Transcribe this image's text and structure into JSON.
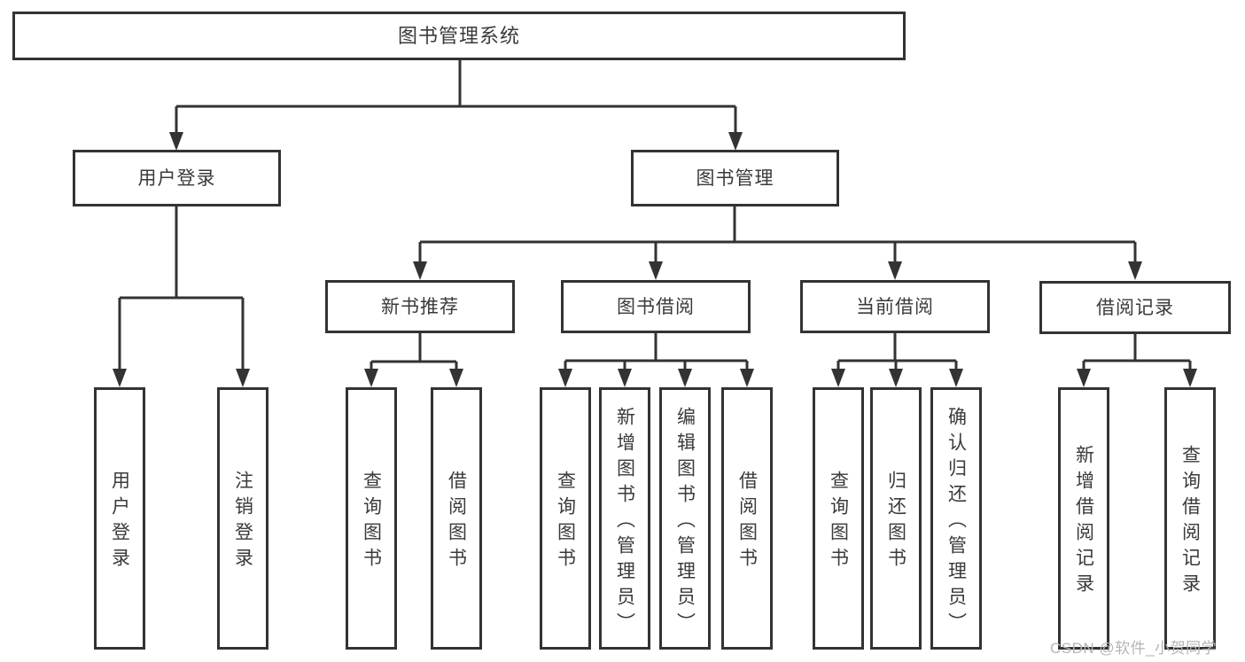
{
  "tree": {
    "label": "图书管理系统",
    "children": [
      {
        "label": "用户登录",
        "children": [
          {
            "label": "用户登录"
          },
          {
            "label": "注销登录"
          }
        ]
      },
      {
        "label": "图书管理",
        "children": [
          {
            "label": "新书推荐",
            "children": [
              {
                "label": "查询图书"
              },
              {
                "label": "借阅图书"
              }
            ]
          },
          {
            "label": "图书借阅",
            "children": [
              {
                "label": "查询图书"
              },
              {
                "label": "新增图书（管理员）"
              },
              {
                "label": "编辑图书（管理员）"
              },
              {
                "label": "借阅图书"
              }
            ]
          },
          {
            "label": "当前借阅",
            "children": [
              {
                "label": "查询图书"
              },
              {
                "label": "归还图书"
              },
              {
                "label": "确认归还（管理员）"
              }
            ]
          },
          {
            "label": "借阅记录",
            "children": [
              {
                "label": "新增借阅记录"
              },
              {
                "label": "查询借阅记录"
              }
            ]
          }
        ]
      }
    ]
  },
  "watermark": {
    "text": "CSDN @软件_小贺同学"
  },
  "colors": {
    "line": "#333333",
    "text": "#3a3a3a",
    "background": "#ffffff",
    "watermark": "#b5b5b5"
  }
}
